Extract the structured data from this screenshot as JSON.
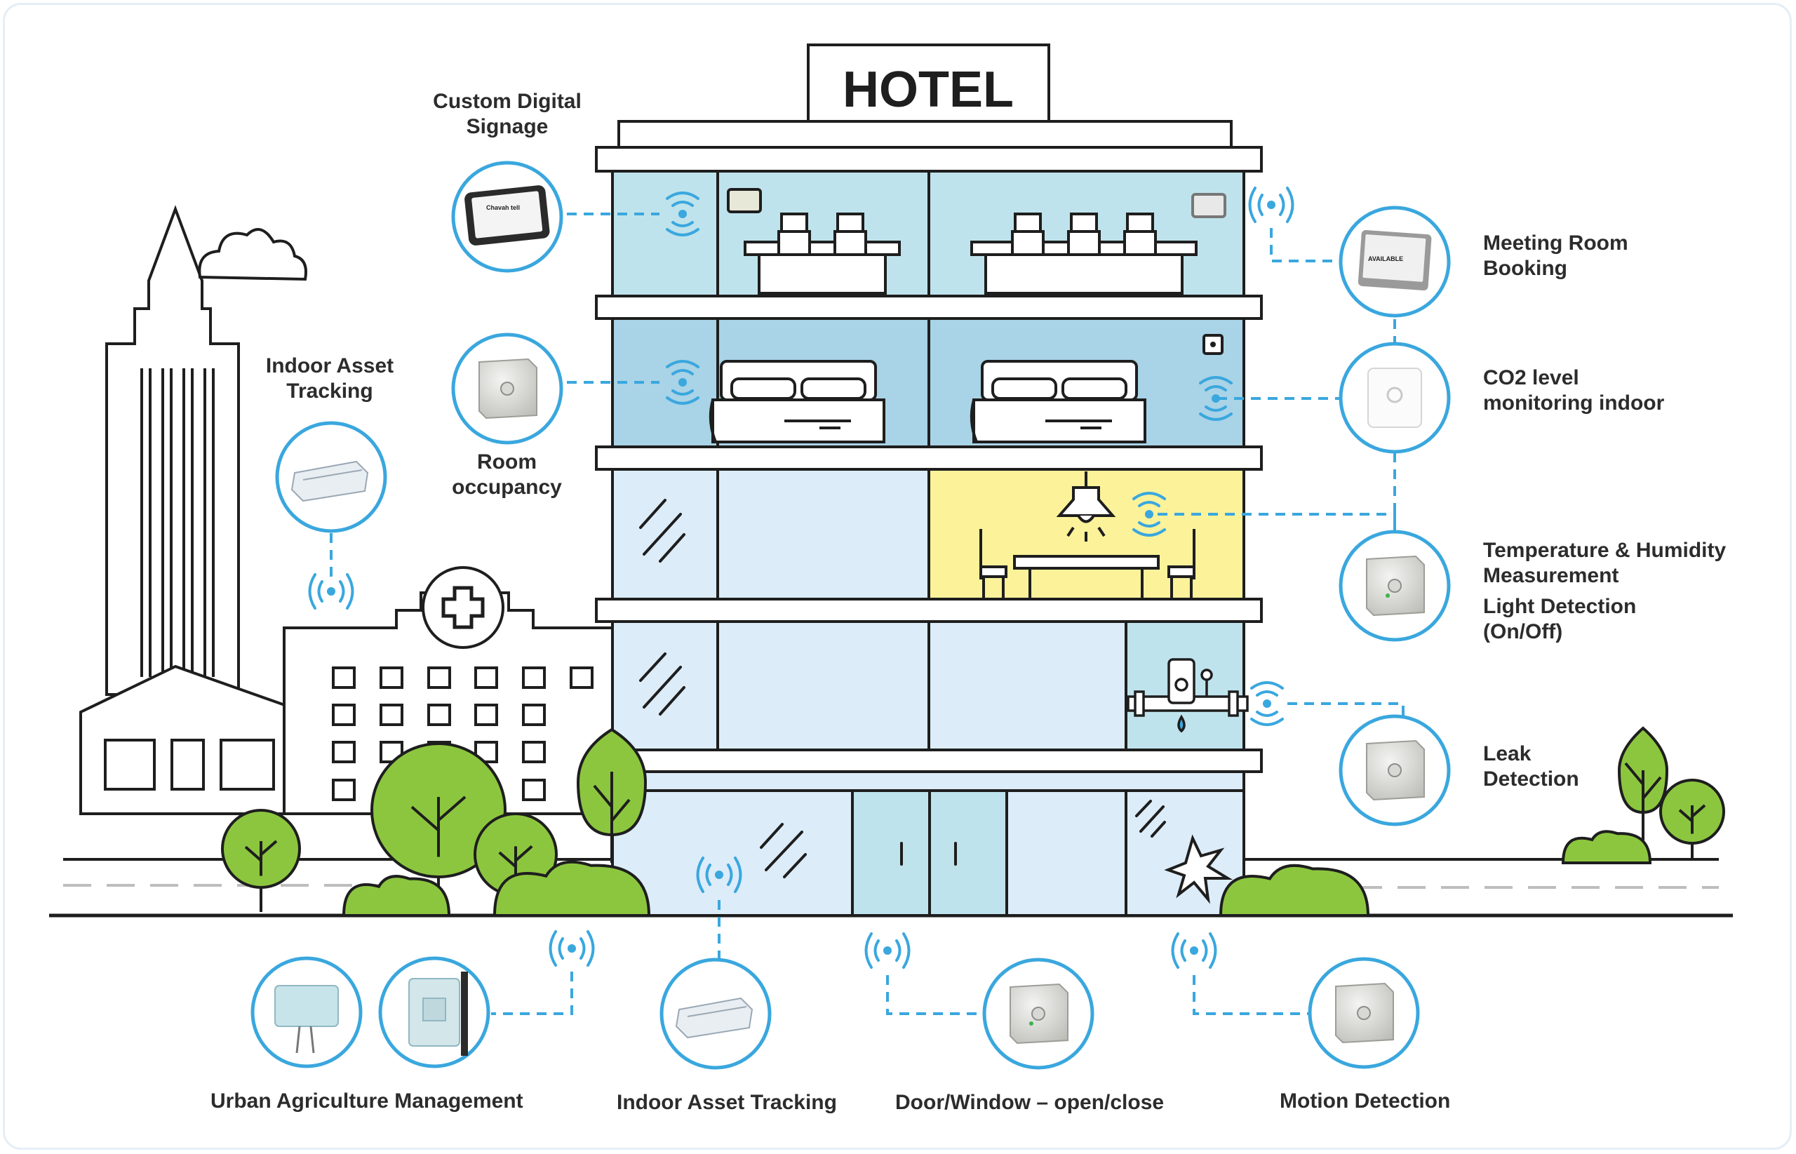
{
  "building": {
    "sign": "HOTEL"
  },
  "sensors": [
    {
      "id": "custom-digital-signage",
      "lines": [
        "Custom Digital",
        "Signage"
      ]
    },
    {
      "id": "room-occupancy",
      "lines": [
        "Room",
        "occupancy"
      ]
    },
    {
      "id": "indoor-asset-tracking-left",
      "lines": [
        "Indoor Asset",
        "Tracking"
      ]
    },
    {
      "id": "meeting-room-booking",
      "lines": [
        "Meeting Room",
        "Booking"
      ]
    },
    {
      "id": "co2-monitoring",
      "lines": [
        "CO2 level",
        "monitoring indoor"
      ]
    },
    {
      "id": "temp-humidity",
      "lines": [
        "Temperature & Humidity",
        "Measurement"
      ]
    },
    {
      "id": "light-detection",
      "lines": [
        "Light Detection",
        "(On/Off)"
      ]
    },
    {
      "id": "leak-detection",
      "lines": [
        "Leak",
        "Detection"
      ]
    },
    {
      "id": "urban-agriculture",
      "lines": [
        "Urban Agriculture Management"
      ]
    },
    {
      "id": "indoor-asset-tracking-bottom",
      "lines": [
        "Indoor Asset Tracking"
      ]
    },
    {
      "id": "door-window",
      "lines": [
        "Door/Window – open/close"
      ]
    },
    {
      "id": "motion-detection",
      "lines": [
        "Motion Detection"
      ]
    }
  ],
  "device_screens": {
    "signage": "Chavah tell",
    "meeting_room": "AVAILABLE"
  },
  "colors": {
    "accent": "#3aa7de",
    "outline": "#1e1e1e",
    "floor_blue": "#bfe3ec",
    "floor_light": "#dcecf8",
    "floor_yellow": "#fbf29a",
    "tree_green": "#8cc63f"
  }
}
